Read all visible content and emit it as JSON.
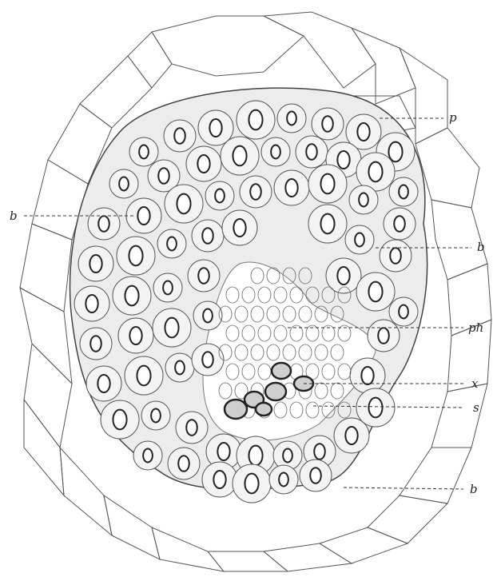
{
  "figure": {
    "labels": {
      "p": "p",
      "b_left": "b",
      "b_right": "b",
      "ph": "ph",
      "x": "x",
      "s": "s",
      "b_bottom": "b"
    },
    "colors": {
      "ink": "#2a2a2a",
      "fiber_fill": "#e9e9e9",
      "background": "#ffffff"
    }
  }
}
